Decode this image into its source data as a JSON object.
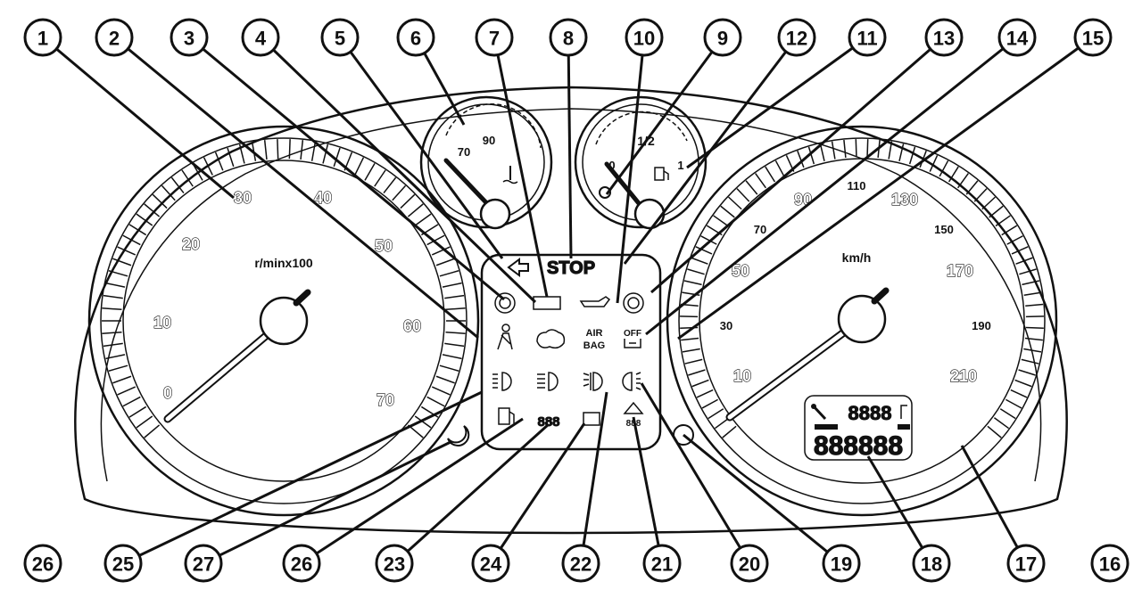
{
  "tachometer": {
    "unit": "r/minx100",
    "scale": [
      "0",
      "10",
      "20",
      "30",
      "40",
      "50",
      "60",
      "70"
    ]
  },
  "temperature_gauge": {
    "scale": [
      "70",
      "90"
    ]
  },
  "fuel_gauge": {
    "scale": [
      "0",
      "1/2",
      "1"
    ]
  },
  "speedometer": {
    "unit": "km/h",
    "outer_scale": [
      "10",
      "30",
      "50",
      "70",
      "90",
      "110",
      "130",
      "150",
      "170",
      "190",
      "210"
    ],
    "display_top": "8888",
    "display_bottom": "888888"
  },
  "warning_panel": {
    "stop_label": "STOP",
    "airbag_line1": "AIR",
    "airbag_line2": "BAG",
    "passenger_off": "OFF",
    "display_digits": "888",
    "triangle_digits": "888"
  },
  "callouts": [
    "1",
    "2",
    "3",
    "4",
    "5",
    "6",
    "7",
    "8",
    "10",
    "9",
    "12",
    "11",
    "13",
    "14",
    "15",
    "26",
    "25",
    "27",
    "26",
    "23",
    "24",
    "22",
    "21",
    "20",
    "19",
    "18",
    "17",
    "16"
  ]
}
